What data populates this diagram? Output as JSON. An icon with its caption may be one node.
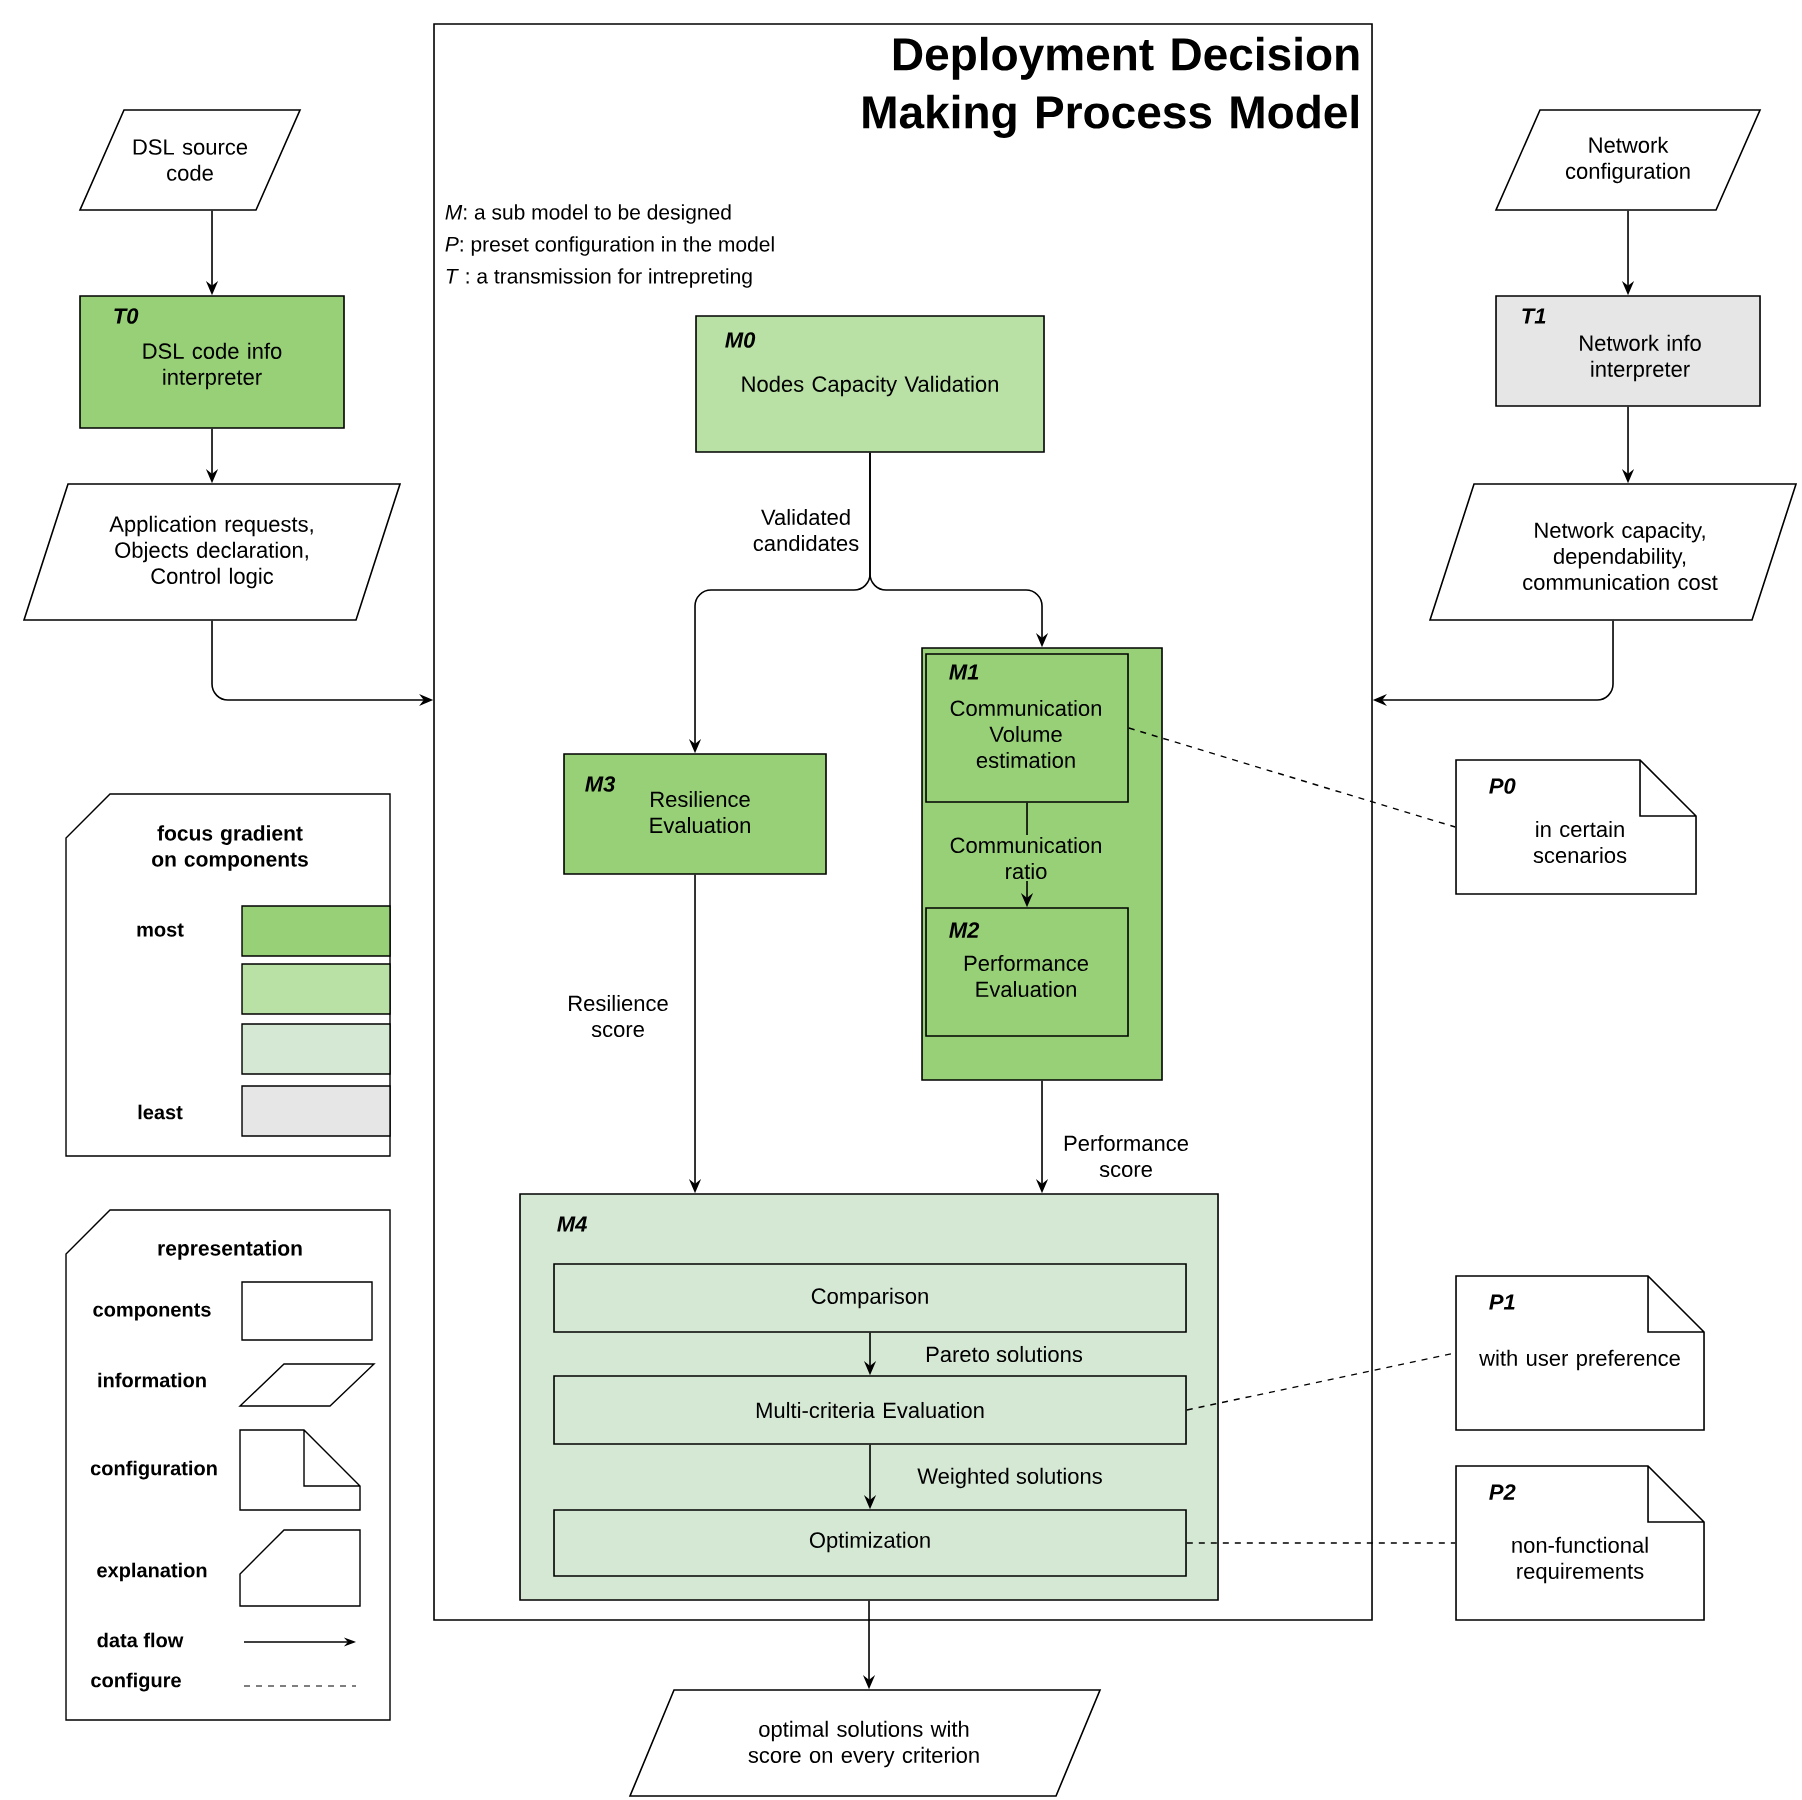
{
  "diagram": {
    "nodes": [
      {
        "text": [
          "Deployment Decision Making Process Model"
        ]
      },
      {
        "text": [
          "DSL source code"
        ]
      },
      {
        "text": [
          "T0",
          "DSL code info interpreter"
        ]
      },
      {
        "text": [
          "Application requests, Objects declaration, Control logic"
        ]
      },
      {
        "text": [
          "Network configuration"
        ]
      },
      {
        "text": [
          "T1",
          "Network info interpreter"
        ]
      },
      {
        "text": [
          "Network capacity, dependability, communication cost"
        ]
      },
      {
        "text": [
          "M0",
          "Nodes Capacity Validation"
        ],
        "in": 0
      },
      {
        "text": [
          "M3",
          "Resilience Evaluation"
        ],
        "in": 0
      },
      {
        "text": [],
        "shape": "box",
        "in": 0
      },
      {
        "text": [
          "M1",
          "Communication Volume estimation"
        ],
        "in": 9
      },
      {
        "text": [
          "M2",
          "Performance Evaluation"
        ],
        "in": 9
      },
      {
        "text": [
          "M4"
        ],
        "in": 0
      },
      {
        "text": [
          "Comparison"
        ],
        "in": 12
      },
      {
        "text": [
          "Multi-criteria Evaluation"
        ],
        "in": 12
      },
      {
        "text": [
          "Optimization"
        ],
        "in": 12
      },
      {
        "text": [
          "optimal solutions with score on every criterion"
        ]
      },
      {
        "text": [
          "P0",
          "in certain scenarios"
        ]
      },
      {
        "text": [
          "P1",
          "with user preference"
        ]
      },
      {
        "text": [
          "P2",
          "non-functional requirements"
        ]
      }
    ],
    "edges": [
      {
        "from": 1,
        "to": 2,
        "arrow": "to"
      },
      {
        "from": 2,
        "to": 3,
        "arrow": "to"
      },
      {
        "from": 3,
        "to": 0,
        "arrow": "to"
      },
      {
        "from": 4,
        "to": 5,
        "arrow": "to"
      },
      {
        "from": 5,
        "to": 6,
        "arrow": "to"
      },
      {
        "from": 6,
        "to": 0,
        "arrow": "to"
      },
      {
        "from": 7,
        "to": 8,
        "arrow": "to",
        "label": "Validated candidates"
      },
      {
        "from": 7,
        "to": 9,
        "arrow": "to"
      },
      {
        "from": 10,
        "to": 11,
        "arrow": "to",
        "label": "Communication ratio"
      },
      {
        "from": 8,
        "to": 12,
        "arrow": "to",
        "label": "Resilience score"
      },
      {
        "from": 9,
        "to": 12,
        "arrow": "to",
        "label": "Performance score"
      },
      {
        "from": 13,
        "to": 14,
        "arrow": "to",
        "label": "Pareto solutions"
      },
      {
        "from": 14,
        "to": 15,
        "arrow": "to",
        "label": "Weighted solutions"
      },
      {
        "from": 12,
        "to": 16,
        "arrow": "to"
      },
      {
        "from": 10,
        "to": 17,
        "arrow": "none",
        "style": "dashed"
      },
      {
        "from": 14,
        "to": 18,
        "arrow": "none",
        "style": "dashed"
      },
      {
        "from": 15,
        "to": 19,
        "arrow": "none",
        "style": "dashed"
      }
    ],
    "labels": [
      "*M*: a sub model to be designed",
      "*P*: preset configuration in the model",
      "*T* : a transmission for intrepreting",
      "focus gradient on components",
      "representation"
    ],
    "legend": [
      {
        "text": "most",
        "color": "#97d077"
      },
      {
        "text": "least",
        "color": "#e6e6e6"
      },
      {
        "text": "components"
      },
      {
        "text": "information"
      },
      {
        "text": "configuration"
      },
      {
        "text": "explanation"
      },
      {
        "text": "data flow"
      },
      {
        "text": "configure"
      }
    ]
  }
}
